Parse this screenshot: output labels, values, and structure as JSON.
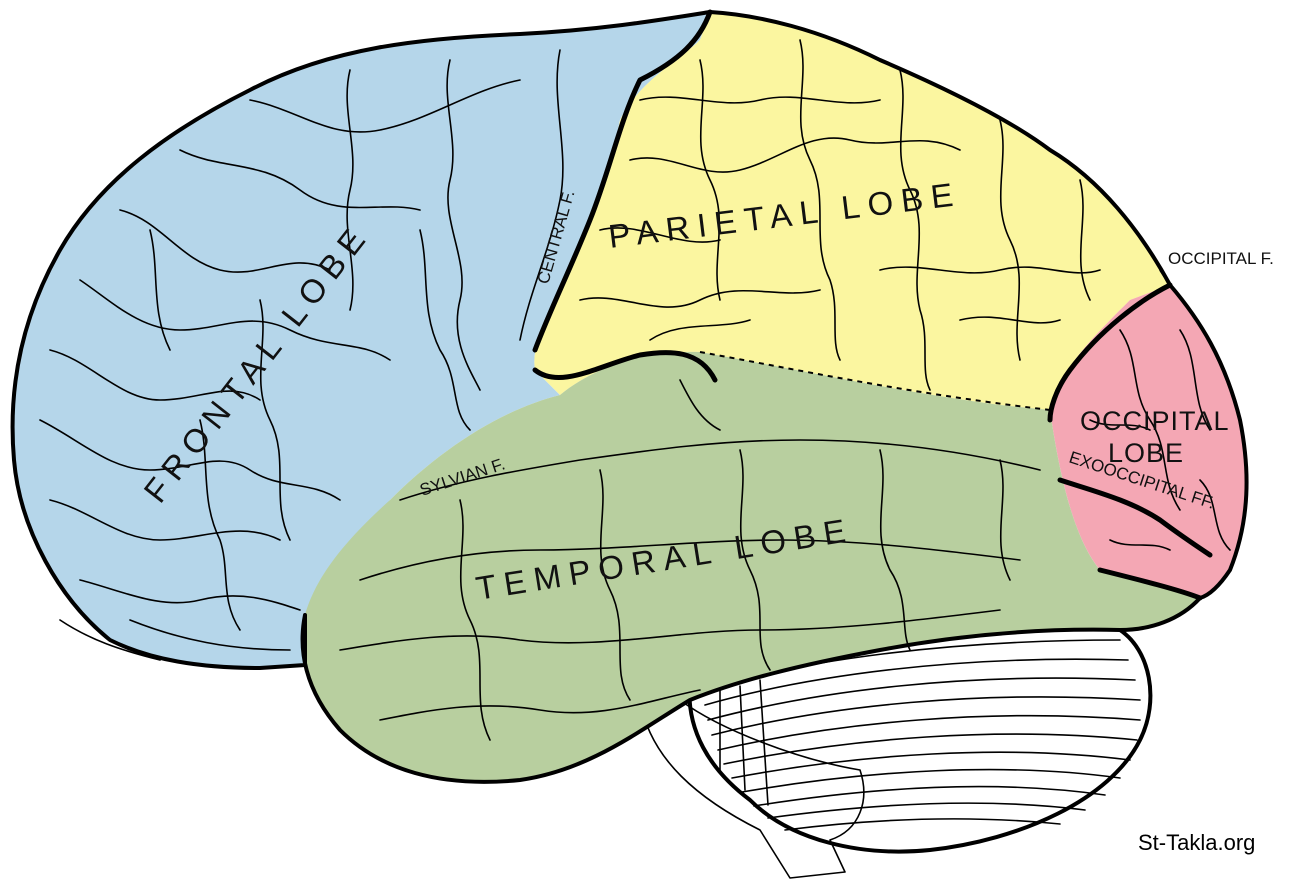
{
  "colors": {
    "frontal": "#b5d6ea",
    "parietal": "#fbf6a0",
    "temporal": "#b8cf9f",
    "occipital": "#f4a7b4",
    "cerebellum": "#ffffff",
    "outline": "#000000"
  },
  "lobes": {
    "frontal": "FRONTAL LOBE",
    "parietal": "PARIETAL LOBE",
    "temporal": "TEMPORAL LOBE",
    "occipital_line1": "OCCIPITAL",
    "occipital_line2": "LOBE"
  },
  "fissures": {
    "central": "CENTRAL F.",
    "sylvian": "SYLVIAN F.",
    "occipital": "OCCIPITAL F.",
    "exooccipital": "EXOOCCIPITAL FF."
  },
  "watermark": "St-Takla.org"
}
